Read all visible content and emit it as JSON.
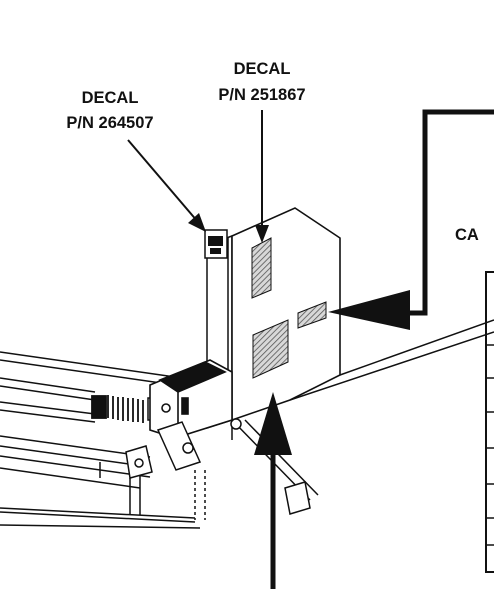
{
  "labels": {
    "decal_left_title": "DECAL",
    "decal_left_pn": "P/N 264507",
    "decal_right_title": "DECAL",
    "decal_right_pn": "P/N 251867",
    "cut_off_label": "CA"
  },
  "colors": {
    "ink": "#111111",
    "background": "#ffffff"
  }
}
